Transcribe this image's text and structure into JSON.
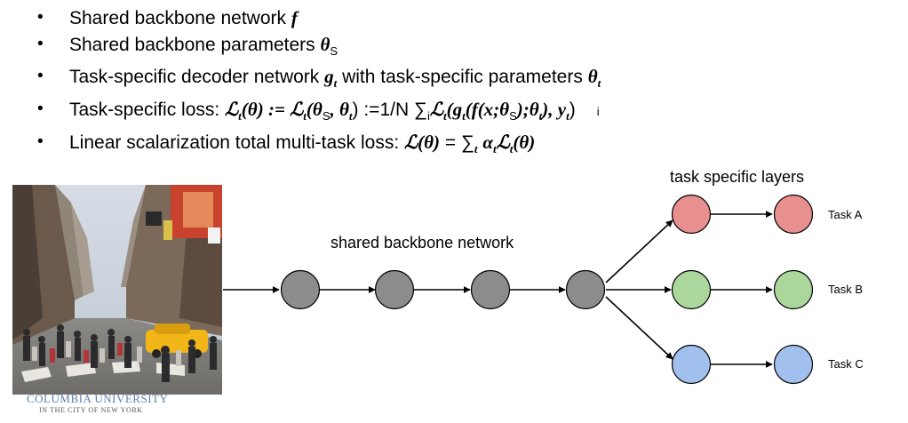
{
  "bullets": [
    {
      "parts": [
        {
          "t": "Shared backbone network "
        },
        {
          "t": "f",
          "m": true
        }
      ]
    },
    {
      "parts": [
        {
          "t": "Shared backbone parameters "
        },
        {
          "t": "θ",
          "m": true
        },
        {
          "t": "S",
          "sub": true
        }
      ]
    },
    {
      "parts": [
        {
          "t": "Task-specific decoder network "
        },
        {
          "t": "g",
          "m": true
        },
        {
          "t": "t",
          "m": true,
          "sub": true
        },
        {
          "t": " with task-specific parameters "
        },
        {
          "t": "θ",
          "m": true
        },
        {
          "t": "t",
          "m": true,
          "sub": true
        }
      ]
    },
    {
      "parts": [
        {
          "t": "Task-specific loss: "
        },
        {
          "t": "ℒ",
          "m": true
        },
        {
          "t": "t",
          "m": true,
          "sub": true
        },
        {
          "t": "(",
          "m": true
        },
        {
          "t": "θ",
          "m": true
        },
        {
          "t": ") := ",
          "m": true
        },
        {
          "t": "ℒ",
          "m": true
        },
        {
          "t": "t",
          "m": true,
          "sub": true
        },
        {
          "t": "(θ",
          "m": true
        },
        {
          "t": "S",
          "sub": true
        },
        {
          "t": ", ",
          "m": true
        },
        {
          "t": "θ",
          "m": true
        },
        {
          "t": "t",
          "m": true,
          "sub": true
        },
        {
          "t": ") :=1/N ∑"
        },
        {
          "t": "i",
          "sub": true
        },
        {
          "t": "ℒ",
          "m": true
        },
        {
          "t": "t",
          "m": true,
          "sub": true
        },
        {
          "t": "(g",
          "m": true
        },
        {
          "t": "t",
          "m": true,
          "sub": true
        },
        {
          "t": "(f(x;θ",
          "m": true
        },
        {
          "t": "S",
          "sub": true
        },
        {
          "t": ");θ",
          "m": true
        },
        {
          "t": "t",
          "m": true,
          "sub": true
        },
        {
          "t": "), y",
          "m": true
        },
        {
          "t": "t",
          "m": true,
          "sub": true
        },
        {
          "t": ")"
        },
        {
          "t": "i",
          "small": true
        }
      ]
    },
    {
      "parts": [
        {
          "t": "Linear scalarization total multi-task loss: "
        },
        {
          "t": "ℒ(θ)",
          "m": true
        },
        {
          "t": " = ∑"
        },
        {
          "t": "t",
          "m": true,
          "sub": true
        },
        {
          "t": " "
        },
        {
          "t": "α",
          "m": true
        },
        {
          "t": "t",
          "m": true,
          "sub": true
        },
        {
          "t": "ℒ",
          "m": true
        },
        {
          "t": "t",
          "m": true,
          "sub": true
        },
        {
          "t": "(θ)",
          "m": true
        }
      ]
    }
  ],
  "diagram": {
    "shared_label": "shared backbone network",
    "task_layers_label": "task specific layers",
    "tasks": [
      {
        "label": "Task A",
        "color": "#e89090"
      },
      {
        "label": "Task B",
        "color": "#acd79c"
      },
      {
        "label": "Task C",
        "color": "#a2c0ee"
      }
    ],
    "backbone_color": "#8c8c8c",
    "node_stroke": "#000000"
  },
  "logo": {
    "line1": "COLUMBIA UNIVERSITY",
    "line2": "IN THE CITY OF NEW YORK"
  }
}
